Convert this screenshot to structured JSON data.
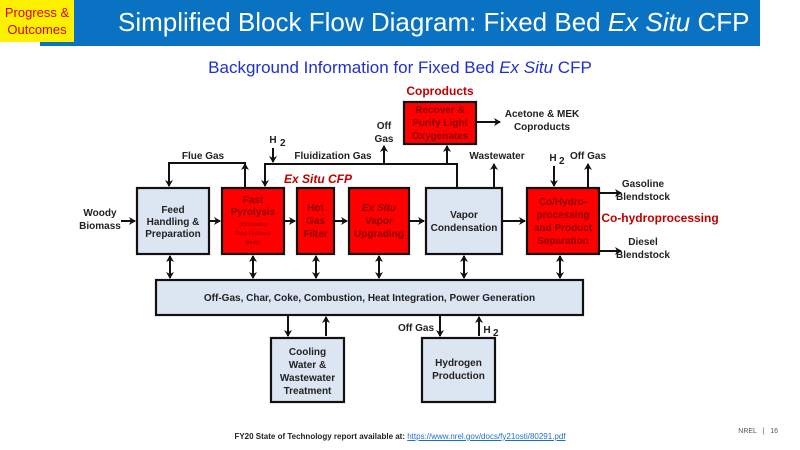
{
  "header": {
    "tag_line1": "Progress &",
    "tag_line2": "Outcomes",
    "title_prefix": "Simplified Block Flow Diagram: Fixed Bed ",
    "title_italic": "Ex Situ",
    "title_suffix": " CFP"
  },
  "subtitle": {
    "prefix": "Background Information for Fixed Bed ",
    "italic": "Ex Situ",
    "suffix": " CFP"
  },
  "diagram": {
    "inputs": {
      "woody_biomass": [
        "Woody",
        "Biomass"
      ]
    },
    "blocks": {
      "feed": [
        "Feed",
        "Handling &",
        "Preparation"
      ],
      "pyrolysis": [
        "Fast",
        "Pyrolysis"
      ],
      "pyrolysis_note": [
        "(Circulating",
        "Dual Fluidized",
        "Beds)"
      ],
      "hot_gas_filter": [
        "Hot",
        "Gas",
        "Filter"
      ],
      "vapor_upgrading": [
        "Ex Situ",
        "Vapor",
        "Upgrading"
      ],
      "vapor_condensation": [
        "Vapor",
        "Condensation"
      ],
      "coproducts_block": [
        "Recover &",
        "Purify Light",
        "Oxygenates"
      ],
      "cohydro": [
        "Co/Hydro-",
        "processing",
        "and Product",
        "Separation"
      ],
      "utilities": "Off-Gas, Char, Coke, Combustion, Heat Integration, Power Generation",
      "cooling": [
        "Cooling",
        "Water &",
        "Wastewater",
        "Treatment"
      ],
      "hydrogen": [
        "Hydrogen",
        "Production"
      ]
    },
    "labels": {
      "flue_gas": "Flue Gas",
      "h2": "H",
      "h2_sub": "2",
      "fluidization_gas": "Fluidization Gas",
      "off_gas_top": [
        "Off",
        "Gas"
      ],
      "coproducts_heading": "Coproducts",
      "acetone": [
        "Acetone & MEK",
        "Coproducts"
      ],
      "wastewater": "Wastewater",
      "off_gas_right": "Off Gas",
      "gasoline": [
        "Gasoline",
        "Blendstock"
      ],
      "diesel": [
        "Diesel",
        "Blendstock"
      ],
      "ex_situ_cfp": "Ex Situ CFP",
      "co_hydroprocessing": "Co-hydroprocessing",
      "off_gas_bottom": "Off Gas"
    }
  },
  "footer": {
    "text": "FY20 State of Technology report available at: ",
    "link": "https://www.nrel.gov/docs/fy21osti/80291.pdf",
    "org": "NREL",
    "separator": "|",
    "page": "16"
  }
}
